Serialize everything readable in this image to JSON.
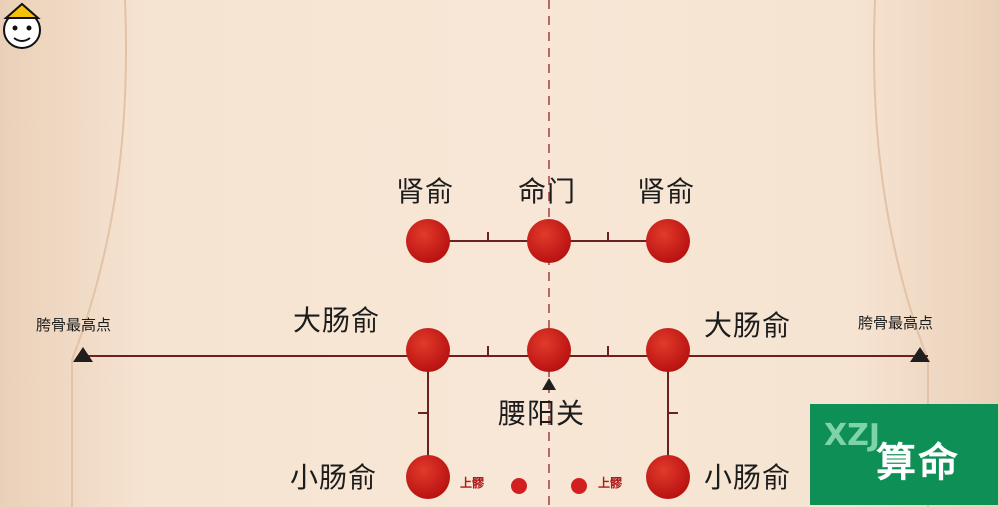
{
  "labels": {
    "shenshu_left": "肾俞",
    "mingmen": "命门",
    "shenshu_right": "肾俞",
    "dachangshu_left": "大肠俞",
    "dachangshu_right": "大肠俞",
    "yaoyangguan": "腰阳关",
    "xiaochangshu_left": "小肠俞",
    "xiaochangshu_right": "小肠俞",
    "iliac_crest_left": "胯骨最高点",
    "iliac_crest_right": "胯骨最高点",
    "shangliao_left": "上髎",
    "shangliao_right": "上髎"
  },
  "badge": {
    "text": "算命",
    "watermark": "XZJ"
  },
  "colors": {
    "skin": "#f3dcc7",
    "point": "#c81414",
    "line": "#6e1f1f",
    "badge": "#0e8f55"
  }
}
